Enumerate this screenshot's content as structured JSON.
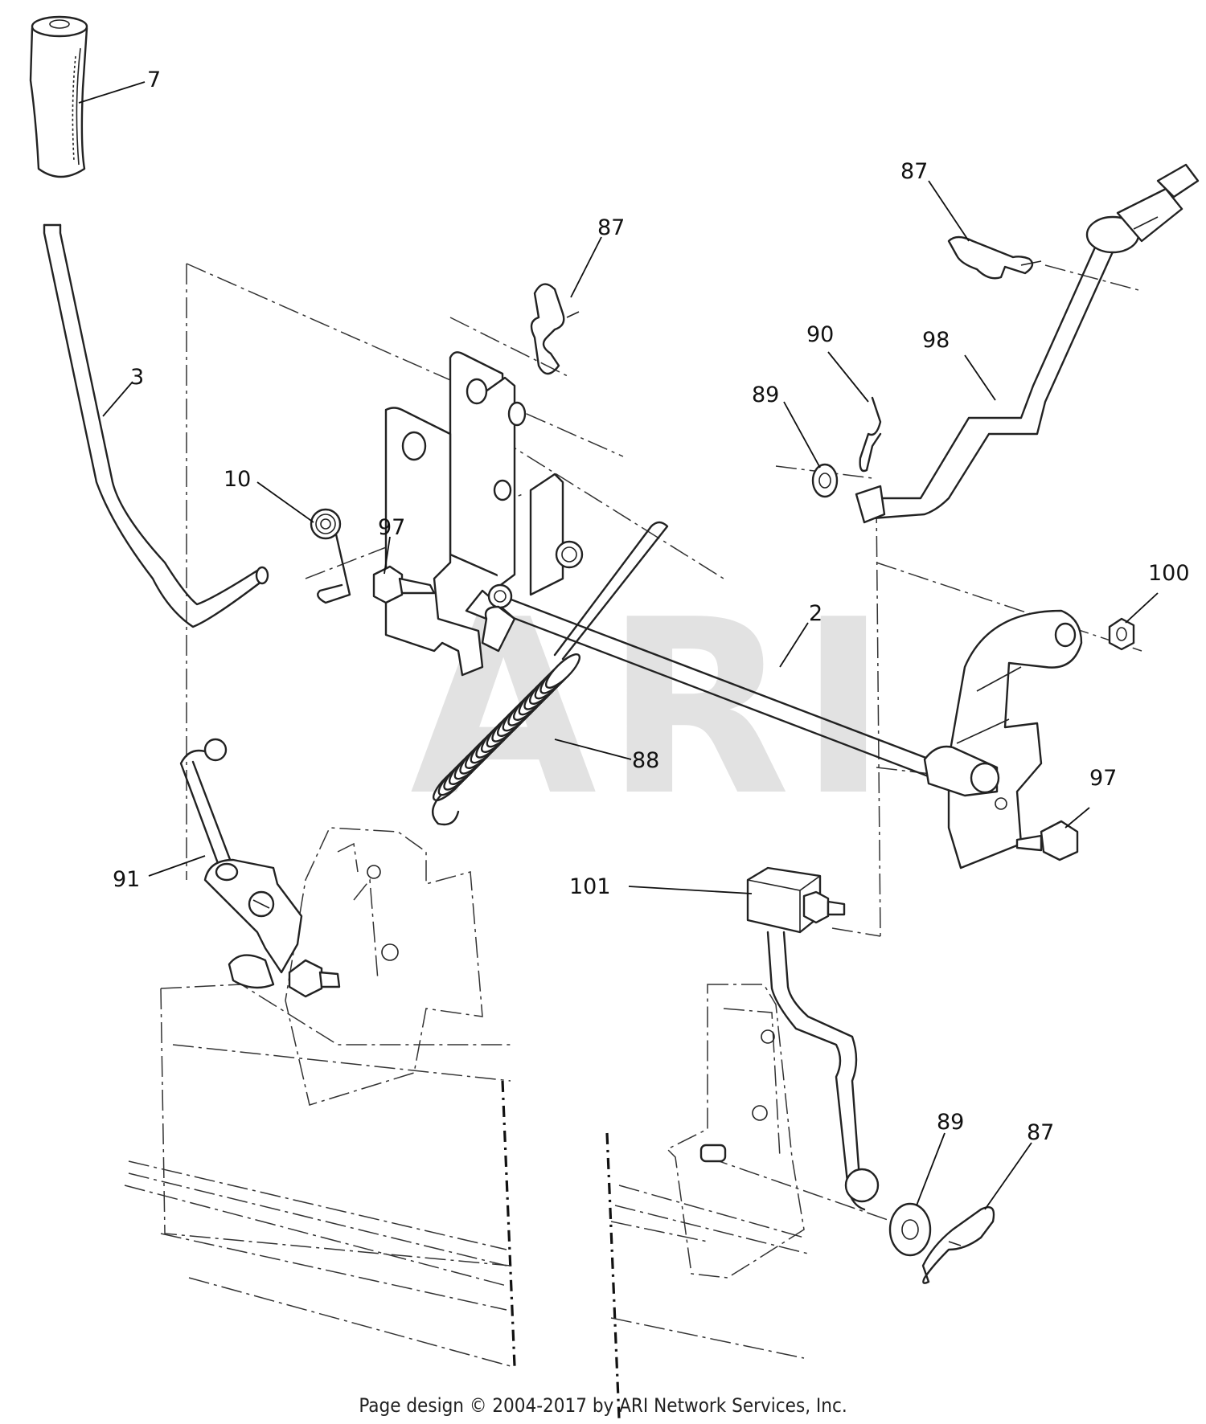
{
  "watermark": "ARI",
  "footer": "Page design © 2004-2017 by ARI Network Services, Inc.",
  "callouts": [
    {
      "id": "c7",
      "text": "7"
    },
    {
      "id": "c3",
      "text": "3"
    },
    {
      "id": "c10",
      "text": "10"
    },
    {
      "id": "c97a",
      "text": "97"
    },
    {
      "id": "c87a",
      "text": "87"
    },
    {
      "id": "c87b",
      "text": "87"
    },
    {
      "id": "c90",
      "text": "90"
    },
    {
      "id": "c98",
      "text": "98"
    },
    {
      "id": "c89a",
      "text": "89"
    },
    {
      "id": "c2",
      "text": "2"
    },
    {
      "id": "c100",
      "text": "100"
    },
    {
      "id": "c88",
      "text": "88"
    },
    {
      "id": "c97b",
      "text": "97"
    },
    {
      "id": "c91",
      "text": "91"
    },
    {
      "id": "c101",
      "text": "101"
    },
    {
      "id": "c89b",
      "text": "89"
    },
    {
      "id": "c87c",
      "text": "87"
    }
  ]
}
